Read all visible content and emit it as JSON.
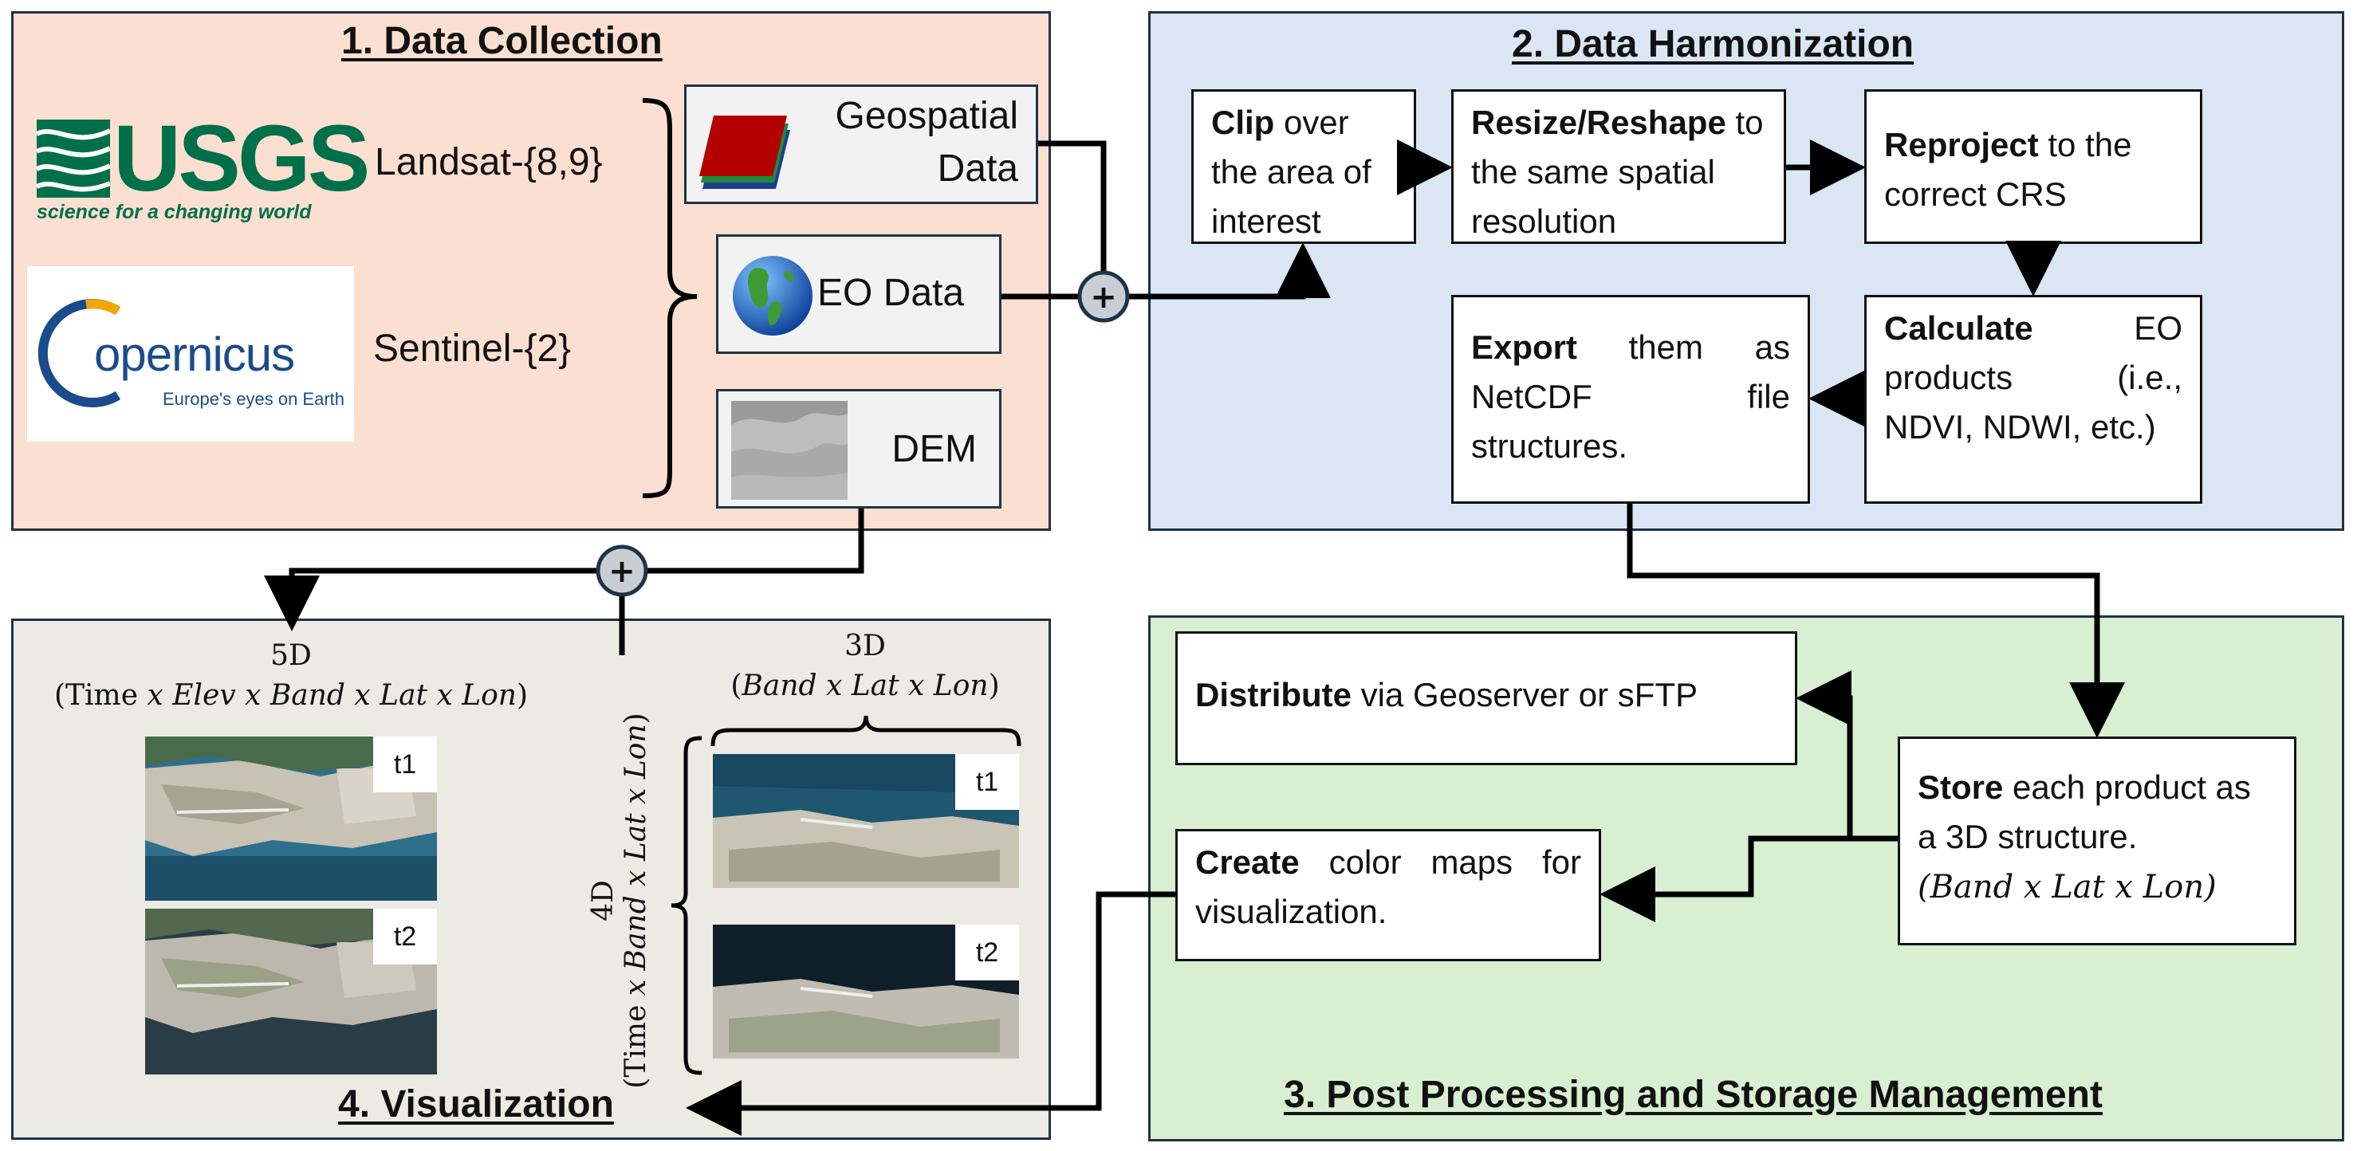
{
  "panels": {
    "collection": {
      "title": "1. Data Collection"
    },
    "harmonization": {
      "title": "2. Data Harmonization"
    },
    "postprocessing": {
      "title": "3. Post Processing and Storage Management"
    },
    "visualization": {
      "title": "4. Visualization"
    }
  },
  "usgs": {
    "name": "USGS",
    "tagline": "science for a changing world"
  },
  "copernicus": {
    "name": "opernicus",
    "tagline": "Europe's eyes on Earth"
  },
  "missions": {
    "landsat": "Landsat-{8,9}",
    "sentinel": "Sentinel-{2}"
  },
  "sources": {
    "geospatial": {
      "line1": "Geospatial",
      "line2": "Data"
    },
    "eo": "EO Data",
    "dem": "DEM"
  },
  "harmonization_steps": {
    "clip": {
      "bold": "Clip",
      "rest": " over the area of interest"
    },
    "resize": {
      "bold": "Resize/Reshape",
      "rest": " to the same spatial resolution"
    },
    "reproject": {
      "bold": "Reproject",
      "rest": " to the correct CRS"
    },
    "calculate": {
      "bold": "Calculate",
      "rest": " EO products (i.e., NDVI, NDWI, etc.)"
    },
    "export": {
      "bold": "Export",
      "rest": " them as NetCDF file structures."
    }
  },
  "post_steps": {
    "distribute": {
      "bold": "Distribute",
      "rest": " via Geoserver or sFTP"
    },
    "store": {
      "bold": "Store",
      "rest": " each product as a 3D structure.",
      "dims": "(Band x Lat x Lon)"
    },
    "create": {
      "bold": "Create",
      "rest": " color maps for visualization."
    }
  },
  "visualization": {
    "five_d": {
      "label": "5D",
      "dims_prefix": "(Time ",
      "dims_italic": "x Elev x Band x Lat x Lon",
      "dims_suffix": ")"
    },
    "four_d": {
      "label": "4D",
      "dims_prefix": "(Time ",
      "dims_italic": "x Band x Lat x Lon",
      "dims_suffix": ")"
    },
    "three_d": {
      "label": "3D",
      "dims_prefix": "(",
      "dims_italic": "Band x Lat x Lon",
      "dims_suffix": ")"
    },
    "tags": {
      "t1": "t1",
      "t2": "t2"
    }
  },
  "plus_symbol": "+",
  "colors": {
    "panel1": "#fbdfd0",
    "panel2": "#dae6f3",
    "panel3": "#d9efd2",
    "panel4": "#ebebe3",
    "usgs_green": "#00704a",
    "copernicus_blue": "#1a4b8c"
  }
}
